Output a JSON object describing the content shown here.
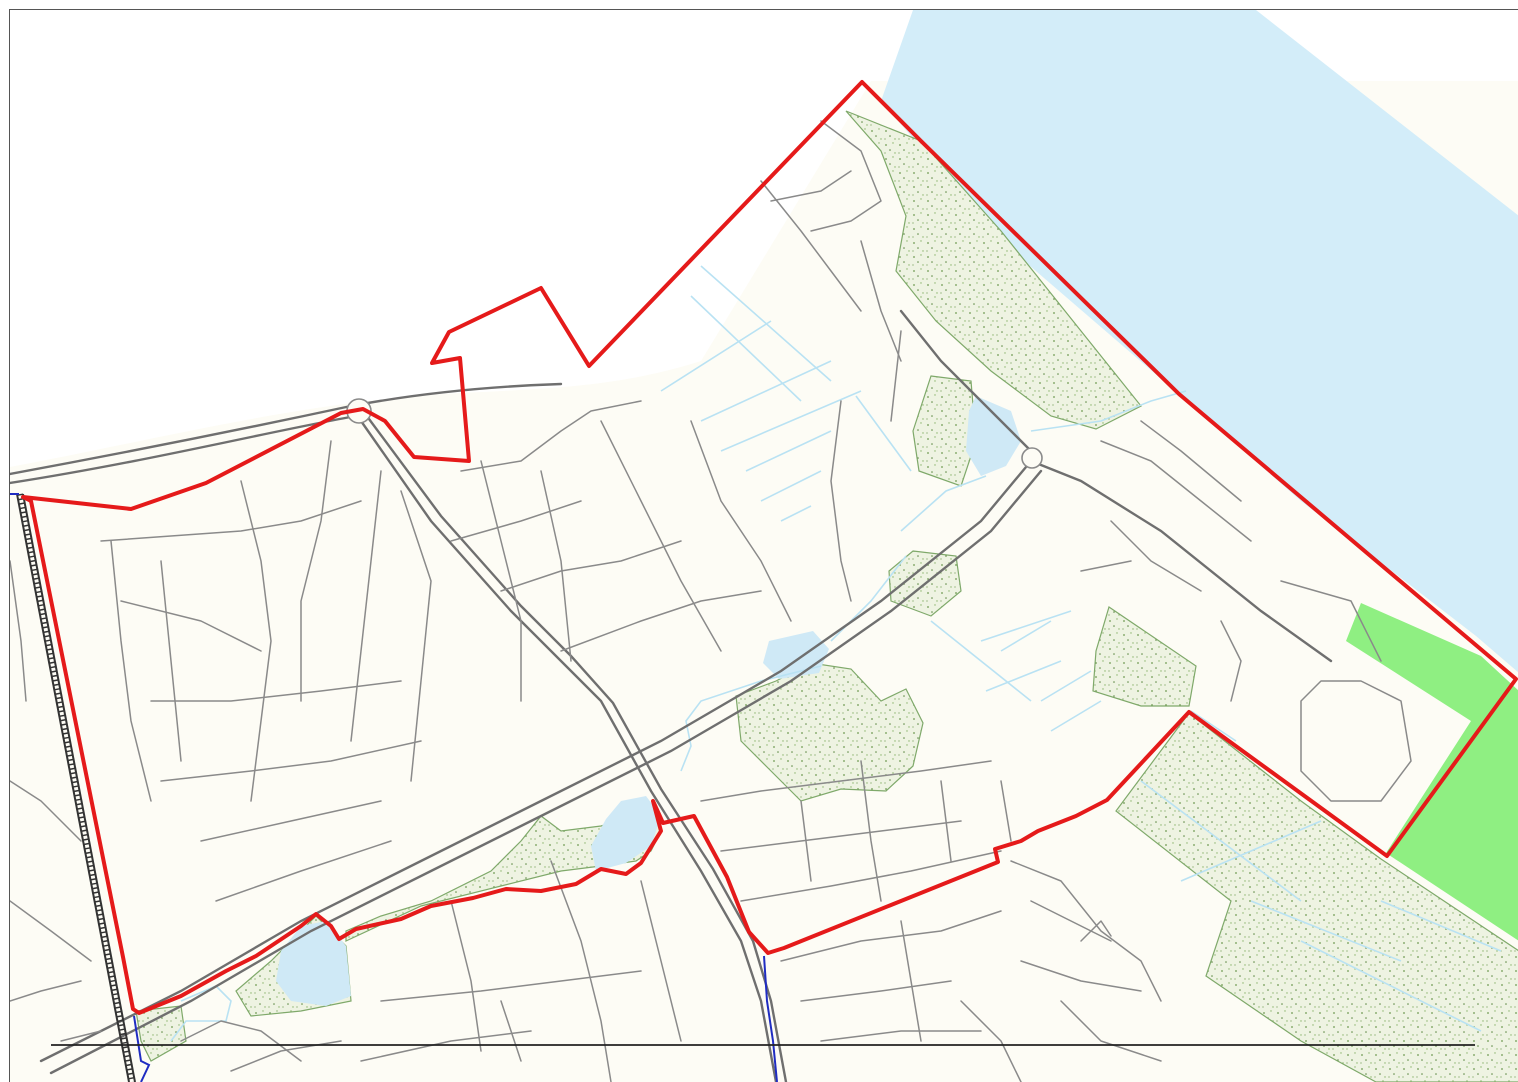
{
  "map": {
    "colors": {
      "background": "#ffffff",
      "land": "#fdfcf5",
      "sea": "#d3edf9",
      "lake": "#cfe9f6",
      "canal": "#b9e2f3",
      "woodland_fill": "#eef3e2",
      "woodland_edge": "#7fa96a",
      "grass": "#8fef82",
      "road": "#8a8a8a",
      "boundary": "#e51a1a",
      "secondary_boundary": "#1f2cc2",
      "railway": "#333333",
      "horizontal_rule": "#222222"
    },
    "features": {
      "area_boundary": "red-outline",
      "railway": "railway-track",
      "sea": "sea-water",
      "grass_field": "grass-area",
      "woodland": "woodland-area",
      "lakes": "lake"
    }
  }
}
